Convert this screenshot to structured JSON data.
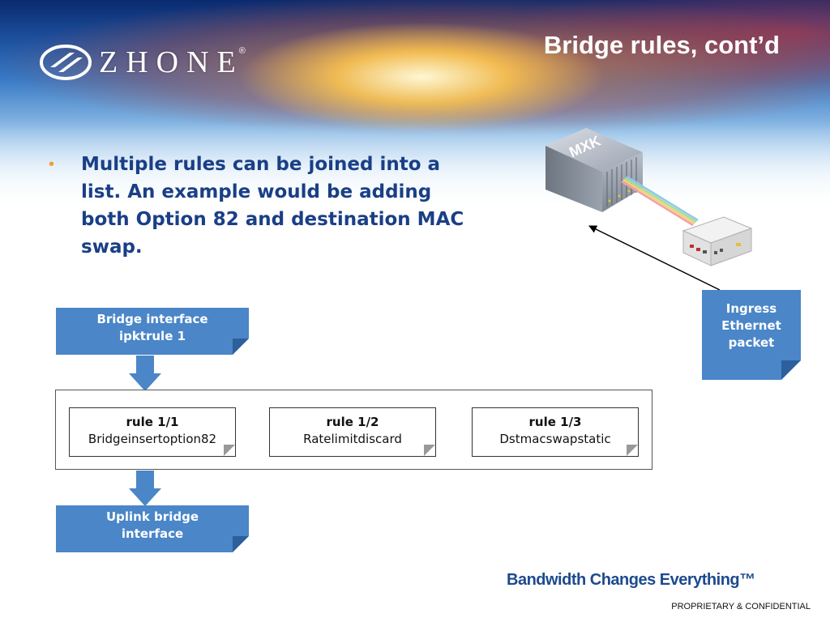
{
  "slide": {
    "title": "Bridge rules, cont’d",
    "logo_text": "ZHONE",
    "logo_mark": "®",
    "bullet": "Multiple rules can be joined into a list. An example would be adding both Option 82 and destination MAC swap.",
    "equipment_label": "MXK"
  },
  "diagram": {
    "bridge_interface": {
      "line1": "Bridge interface",
      "line2": "ipktrule 1"
    },
    "rules": [
      {
        "title": "rule 1/1",
        "name": "Bridgeinsertoption82"
      },
      {
        "title": "rule 1/2",
        "name": "Ratelimitdiscard"
      },
      {
        "title": "rule 1/3",
        "name": "Dstmacswapstatic"
      }
    ],
    "uplink_interface": {
      "line1": "Uplink bridge",
      "line2": "interface"
    },
    "ingress": {
      "line1": "Ingress",
      "line2": "Ethernet",
      "line3": "packet"
    }
  },
  "footer": {
    "slogan": "Bandwidth Changes Everything™",
    "confidential": "PROPRIETARY & CONFIDENTIAL"
  },
  "colors": {
    "box_blue": "#4a86c8",
    "title_text": "#ffffff",
    "bullet_text": "#1a3f86",
    "bullet_dot": "#f0a030"
  }
}
